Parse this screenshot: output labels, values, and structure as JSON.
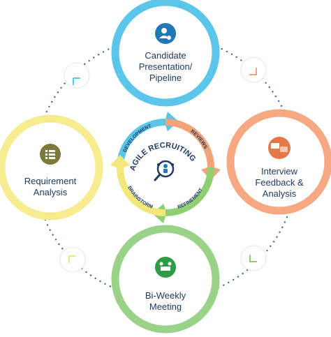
{
  "center": {
    "title": "AGILE RECRUITING"
  },
  "cycle": {
    "development": "DEVELOPMENT",
    "reviews": "REVIEWS",
    "refinement": "REFINEMENT",
    "brainstorm": "BRAINSTORM"
  },
  "nodes": {
    "top": {
      "lines": [
        "Candidate",
        "Presentation/",
        "Pipeline"
      ],
      "color": "#5cc5ea",
      "icon": "candidate-icon"
    },
    "right": {
      "lines": [
        "Interview",
        "Feedback &",
        "Analysis"
      ],
      "color": "#f6a883",
      "icon": "chat-icon"
    },
    "bottom": {
      "lines": [
        "Bi-Weekly",
        "Meeting"
      ],
      "color": "#9bd28a",
      "icon": "meeting-icon"
    },
    "left": {
      "lines": [
        "Requirement",
        "Analysis"
      ],
      "color": "#f6ec8f",
      "icon": "list-icon"
    }
  },
  "colors": {
    "ring_blue": "#5cc5ea",
    "ring_orange": "#f2a377",
    "ring_green": "#8fcf72",
    "ring_yellow": "#f2e77a",
    "icon_blue": "#1f79b7",
    "icon_orange": "#e3794a",
    "icon_green": "#2e9b45",
    "icon_olive": "#7b7a3c",
    "text": "#1f3b63"
  }
}
